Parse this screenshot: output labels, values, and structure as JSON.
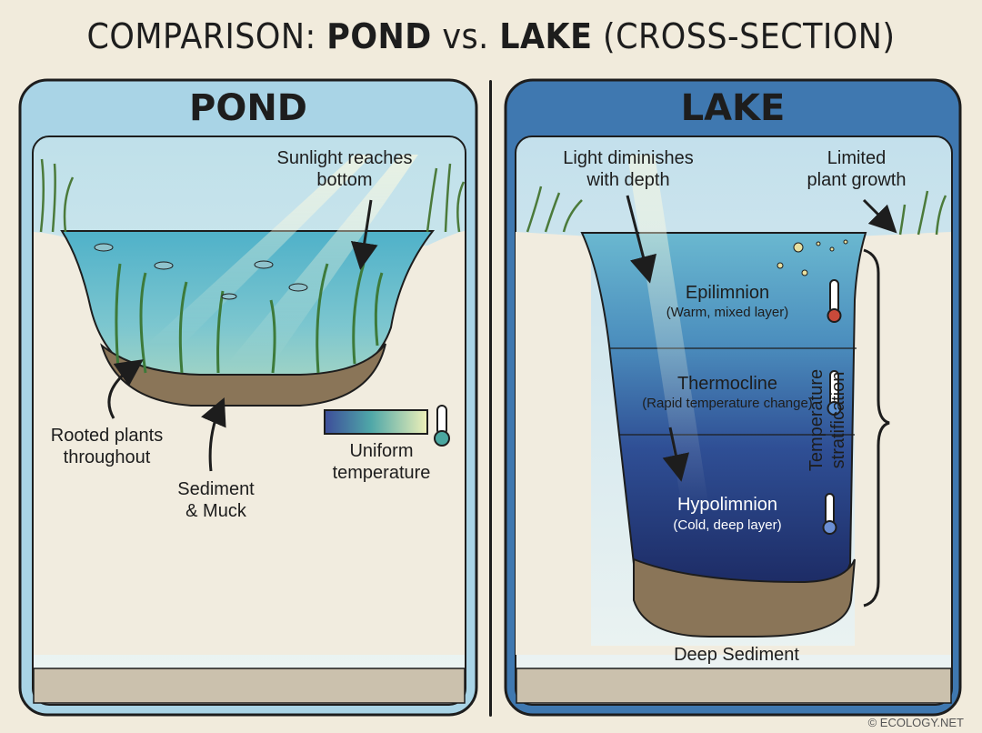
{
  "title": {
    "prefix": "COMPARISON: ",
    "pond": "POND",
    "vs": " vs. ",
    "lake": "LAKE",
    "suffix": " (CROSS-SECTION)"
  },
  "pond": {
    "heading": "POND",
    "sunlight_label": [
      "Sunlight reaches",
      "bottom"
    ],
    "plants_label": [
      "Rooted plants",
      "throughout"
    ],
    "sediment_label": [
      "Sediment",
      "& Muck"
    ],
    "temperature_label": [
      "Uniform",
      "temperature"
    ]
  },
  "lake": {
    "heading": "LAKE",
    "light_label": [
      "Light diminishes",
      "with depth"
    ],
    "plant_label": [
      "Limited",
      "plant growth"
    ],
    "layers": [
      {
        "name": "Epilimnion",
        "desc": "(Warm, mixed layer)"
      },
      {
        "name": "Thermocline",
        "desc": "(Rapid temperature change)"
      },
      {
        "name": "Hypolimnion",
        "desc": "(Cold, deep layer)"
      }
    ],
    "stratification_label": [
      "Temperature",
      "stratification"
    ],
    "sediment_label": "Deep Sediment"
  },
  "credit": "© ECOLOGY.NET",
  "colors": {
    "background": "#f1ebdc",
    "pond_frame": "#a9d4e6",
    "lake_frame": "#3f78b0",
    "sediment": "#8a7558",
    "deep_water": "#1c2a63"
  }
}
